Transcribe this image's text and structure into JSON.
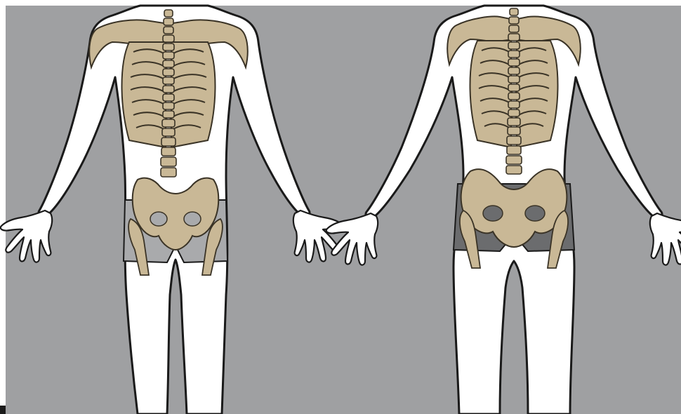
{
  "colors": {
    "background": "#9fa0a2",
    "outer_border": "#ffffff",
    "skin": "#ffffff",
    "outline": "#1a1a1a",
    "bone": "#c9b896",
    "bone_line": "#3a3326",
    "shorts_left": "#a9aaac",
    "shorts_right": "#6b6c6e"
  },
  "figures": [
    {
      "id": "figure-left",
      "label": "",
      "pelvis": "narrow"
    },
    {
      "id": "figure-right",
      "label": "",
      "pelvis": "wide"
    }
  ]
}
